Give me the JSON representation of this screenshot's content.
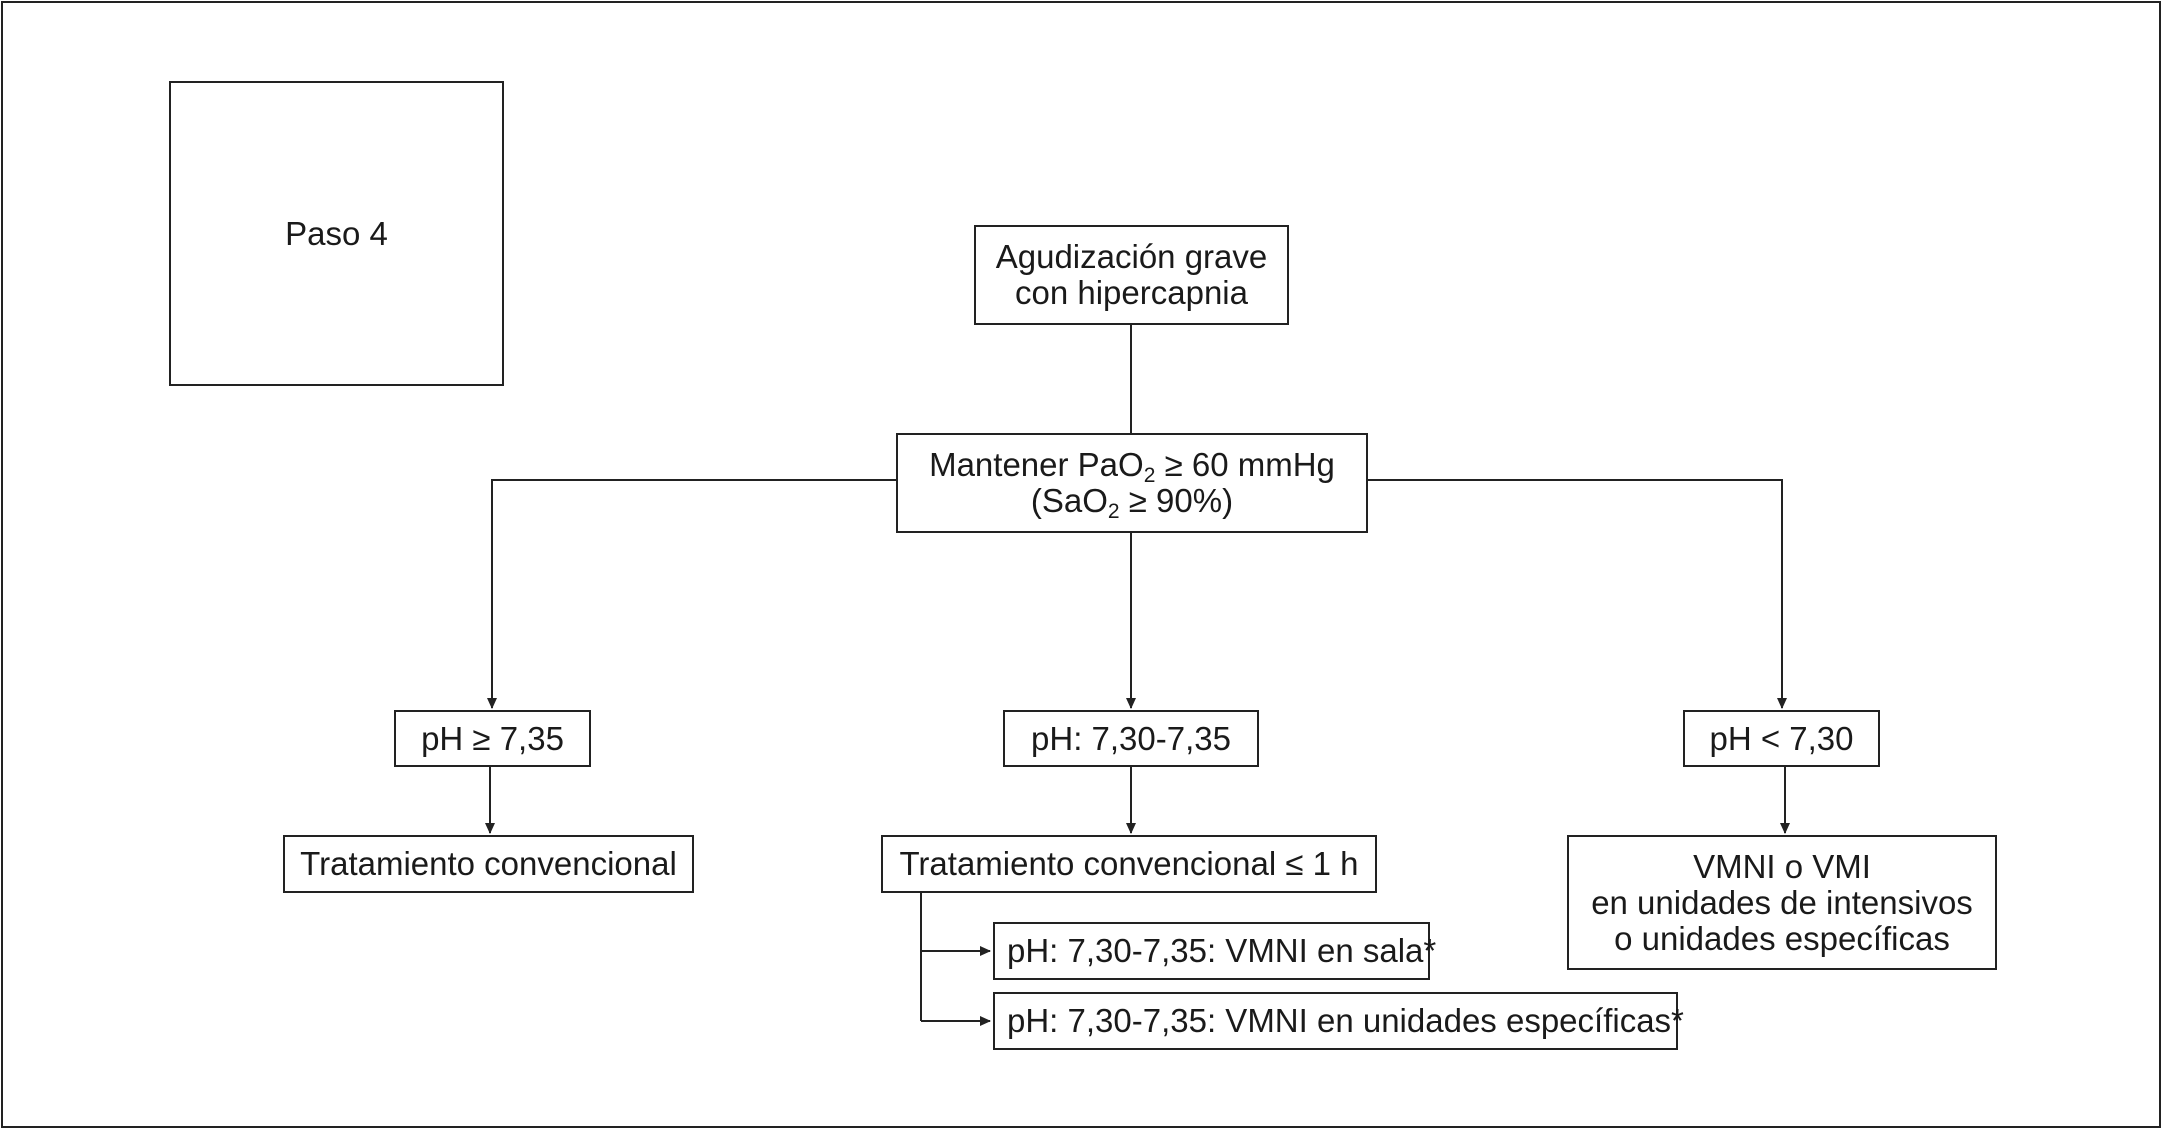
{
  "step_label": "Paso 4",
  "start": {
    "line1": "Agudización grave",
    "line2": "con hipercapnia"
  },
  "target": {
    "line1_pre": "Mantener PaO",
    "line1_sub": "2",
    "line1_post": " ≥ 60 mmHg",
    "line2_pre": "(SaO",
    "line2_sub": "2",
    "line2_post": " ≥ 90%)"
  },
  "branches": {
    "left": {
      "condition": "pH ≥ 7,35",
      "action": "Tratamiento convencional"
    },
    "middle": {
      "condition": "pH: 7,30-7,35",
      "action": "Tratamiento convencional ≤ 1 h",
      "sub_actions": [
        "pH: 7,30-7,35: VMNI en sala*",
        "pH: 7,30-7,35: VMNI en unidades específicas*"
      ]
    },
    "right": {
      "condition": "pH < 7,30",
      "action_lines": [
        "VMNI o VMI",
        "en unidades de intensivos",
        "o unidades específicas"
      ]
    }
  }
}
